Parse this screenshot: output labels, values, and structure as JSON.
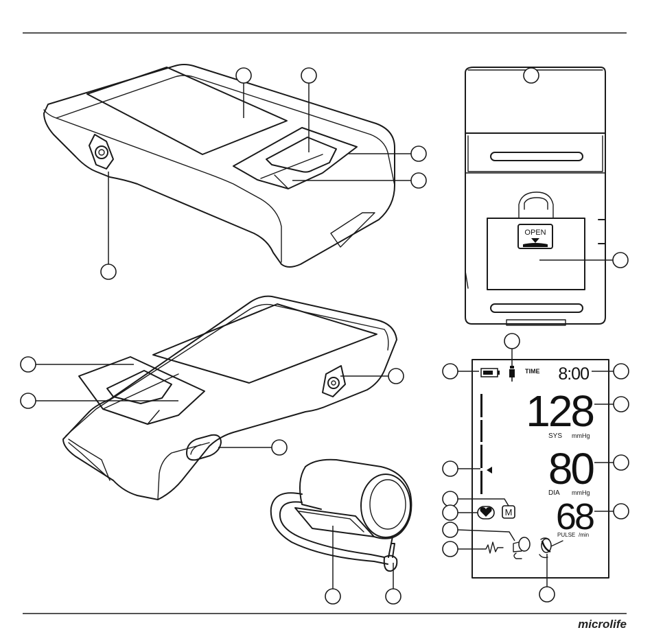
{
  "footer": {
    "brand": "microlife"
  },
  "display": {
    "time_label": "TIME",
    "time_value": "8:00",
    "sys_value": "128",
    "sys_label": "SYS",
    "sys_unit": "mmHg",
    "dia_value": "80",
    "dia_label": "DIA",
    "dia_unit": "mmHg",
    "pulse_value": "68",
    "pulse_label": "PULSE",
    "pulse_unit": "/min",
    "memory_label": "M"
  },
  "battery_cover": {
    "label": "OPEN"
  },
  "icons": {
    "battery": "battery-icon",
    "plug": "ac-adapter-icon",
    "heart": "heart-icon",
    "memory": "memory-icon",
    "ecg": "arrhythmia-icon",
    "cuff": "cuff-icon",
    "cuff_check": "cuff-check-icon"
  },
  "colors": {
    "line": "#1a1a1a",
    "background": "#ffffff"
  }
}
